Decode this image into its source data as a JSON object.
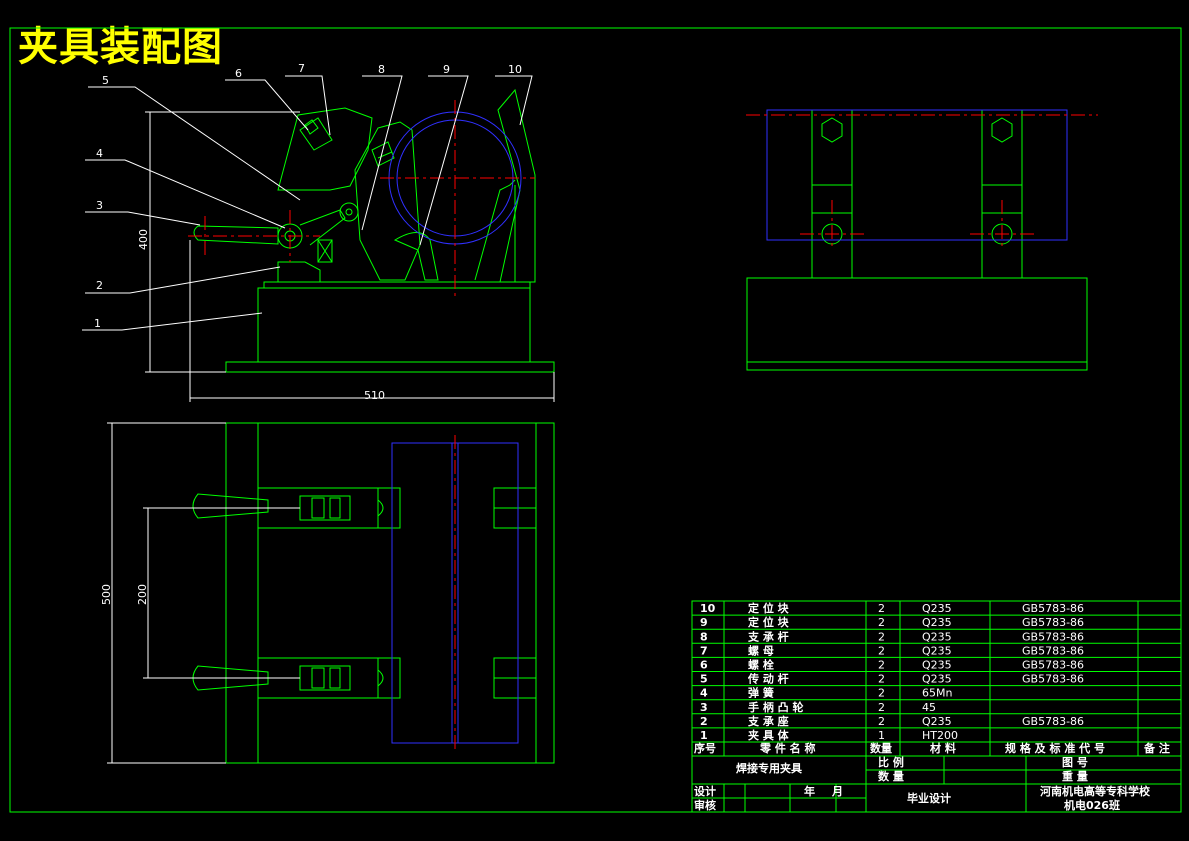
{
  "title": "夹具装配图",
  "colors": {
    "outline": "#00ff00",
    "hidden": "#3030ff",
    "center": "#ff0000",
    "text": "#ffffff",
    "title": "#ffff00",
    "leader": "#ffffff"
  },
  "callouts": [
    "1",
    "2",
    "3",
    "4",
    "5",
    "6",
    "7",
    "8",
    "9",
    "10"
  ],
  "dimensions": {
    "height": "400",
    "width": "510",
    "plan_height": "500",
    "spacing": "200"
  },
  "bom_header": {
    "no": "序号",
    "name": "零 件 名 称",
    "qty": "数量",
    "material": "材 料",
    "standard": "规 格 及 标 准 代 号",
    "remark": "备 注"
  },
  "bom": [
    {
      "no": "10",
      "name": "定 位 块",
      "qty": "2",
      "material": "Q235",
      "standard": "GB5783-86"
    },
    {
      "no": "9",
      "name": "定 位 块",
      "qty": "2",
      "material": "Q235",
      "standard": "GB5783-86"
    },
    {
      "no": "8",
      "name": "支 承 杆",
      "qty": "2",
      "material": "Q235",
      "standard": "GB5783-86"
    },
    {
      "no": "7",
      "name": "螺 母",
      "qty": "2",
      "material": "Q235",
      "standard": "GB5783-86"
    },
    {
      "no": "6",
      "name": "螺 栓",
      "qty": "2",
      "material": "Q235",
      "standard": "GB5783-86"
    },
    {
      "no": "5",
      "name": "传 动 杆",
      "qty": "2",
      "material": "Q235",
      "standard": "GB5783-86"
    },
    {
      "no": "4",
      "name": "弹 簧",
      "qty": "2",
      "material": "65Mn",
      "standard": ""
    },
    {
      "no": "3",
      "name": "手 柄 凸 轮",
      "qty": "2",
      "material": "45",
      "standard": ""
    },
    {
      "no": "2",
      "name": "支 承 座",
      "qty": "2",
      "material": "Q235",
      "standard": "GB5783-86"
    },
    {
      "no": "1",
      "name": "夹 具 体",
      "qty": "1",
      "material": "HT200",
      "standard": ""
    }
  ],
  "title_block": {
    "drawing_name": "焊接专用夹具",
    "scale_label": "比 例",
    "quantity_label": "数 量",
    "drawing_no_label": "图 号",
    "weight_label": "重 量",
    "designer_label": "设计",
    "reviewer_label": "审核",
    "year_label": "年",
    "month_label": "月",
    "project": "毕业设计",
    "school": "河南机电高等专科学校",
    "class": "机电026班"
  }
}
